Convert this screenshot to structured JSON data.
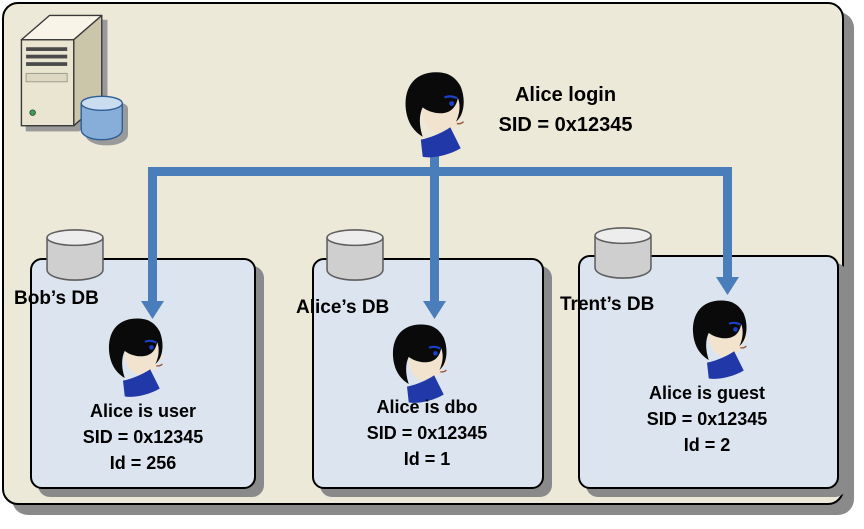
{
  "diagram": {
    "login": {
      "label": "Alice login",
      "sid": "SID = 0x12345"
    },
    "databases": [
      {
        "name": "Bob’s DB",
        "role": "Alice is user",
        "sid": "SID = 0x12345",
        "id": "Id = 256"
      },
      {
        "name": "Alice’s DB",
        "role": "Alice is dbo",
        "sid": "SID = 0x12345",
        "id": "Id = 1"
      },
      {
        "name": "Trent’s DB",
        "role": "Alice is guest",
        "sid": "SID = 0x12345",
        "id": "Id = 2"
      }
    ],
    "icons": {
      "server": "server-icon",
      "database": "database-cylinder-icon",
      "person": "person-icon",
      "arrow": "down-arrow-connector"
    },
    "colors": {
      "server_fill": "#ECE9D8",
      "db_fill": "#DCE4EF",
      "arrow": "#4A7EBA",
      "shadow": "#8A8A8A",
      "border": "#000000"
    }
  }
}
